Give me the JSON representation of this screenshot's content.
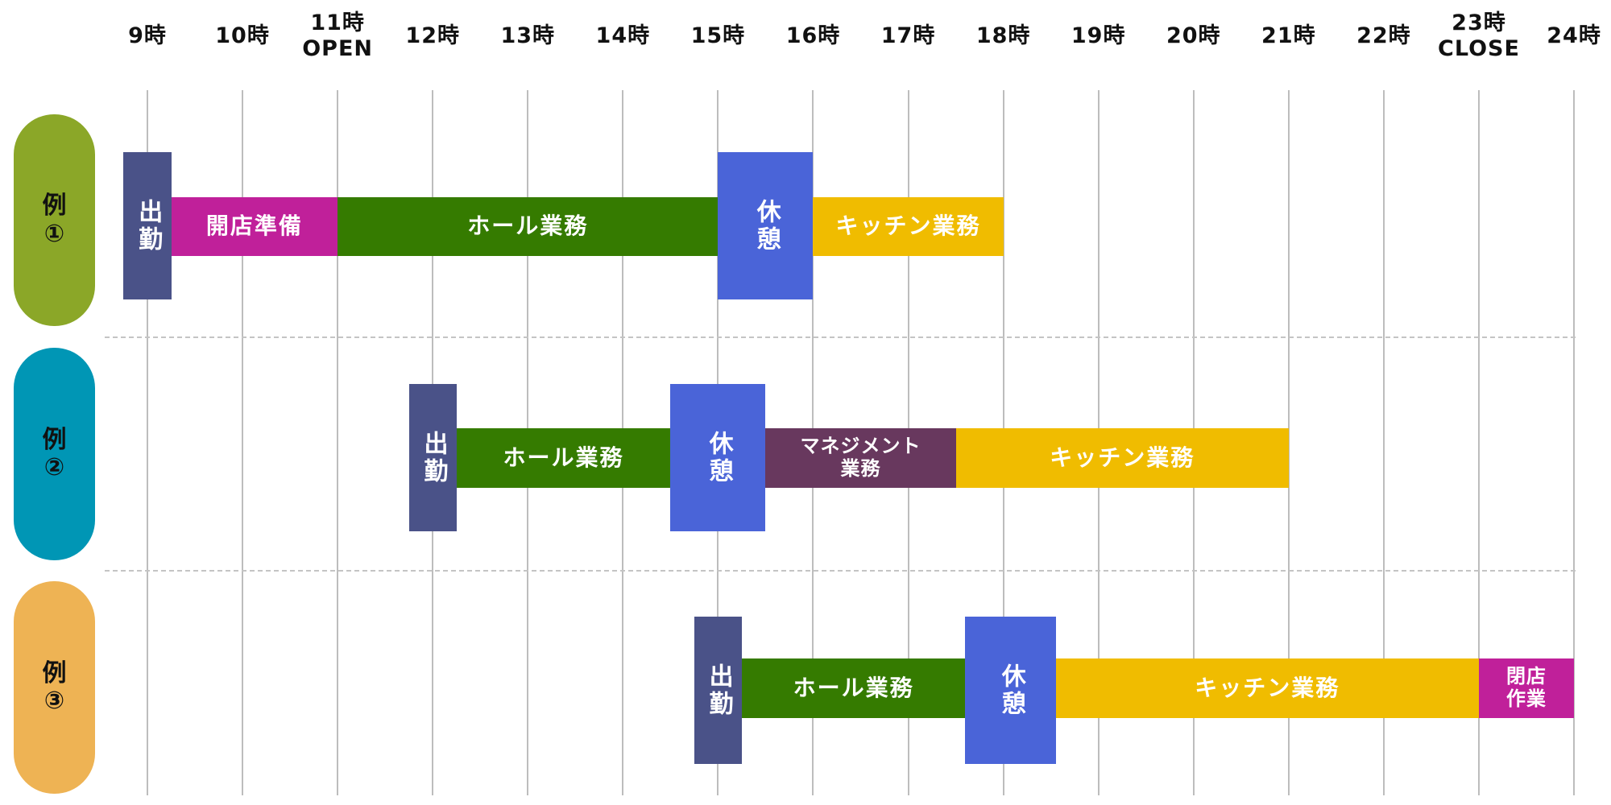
{
  "colors": {
    "attendance": "#4a5288",
    "hall": "#357b00",
    "break": "#4a64d8",
    "kitchen": "#f0bc00",
    "opening": "#c0209a",
    "management": "#68385e",
    "closing": "#c0209a",
    "grid": "#bdbdbd",
    "pill_1": "#8ba728",
    "pill_2": "#0096b5",
    "pill_3": "#eeb354"
  },
  "chart_data": {
    "type": "gantt",
    "title": "",
    "x_axis": {
      "unit": "hour",
      "range": [
        9,
        24
      ],
      "ticks": [
        {
          "hour": 9,
          "label": "9時",
          "sub": ""
        },
        {
          "hour": 10,
          "label": "10時",
          "sub": ""
        },
        {
          "hour": 11,
          "label": "11時",
          "sub": "OPEN"
        },
        {
          "hour": 12,
          "label": "12時",
          "sub": ""
        },
        {
          "hour": 13,
          "label": "13時",
          "sub": ""
        },
        {
          "hour": 14,
          "label": "14時",
          "sub": ""
        },
        {
          "hour": 15,
          "label": "15時",
          "sub": ""
        },
        {
          "hour": 16,
          "label": "16時",
          "sub": ""
        },
        {
          "hour": 17,
          "label": "17時",
          "sub": ""
        },
        {
          "hour": 18,
          "label": "18時",
          "sub": ""
        },
        {
          "hour": 19,
          "label": "19時",
          "sub": ""
        },
        {
          "hour": 20,
          "label": "20時",
          "sub": ""
        },
        {
          "hour": 21,
          "label": "21時",
          "sub": ""
        },
        {
          "hour": 22,
          "label": "22時",
          "sub": ""
        },
        {
          "hour": 23,
          "label": "23時",
          "sub": "CLOSE"
        },
        {
          "hour": 24,
          "label": "24時",
          "sub": ""
        }
      ]
    },
    "rows": [
      {
        "label": "例",
        "number": "①",
        "color_key": "pill_1",
        "segments": [
          {
            "type": "attendance",
            "label": "出勤",
            "start": 8.75,
            "end": 9.25,
            "vertical": true,
            "tall": true
          },
          {
            "type": "opening",
            "label": "開店準備",
            "start": 9.25,
            "end": 11,
            "vertical": false,
            "tall": false
          },
          {
            "type": "hall",
            "label": "ホール業務",
            "start": 11,
            "end": 15,
            "vertical": false,
            "tall": false
          },
          {
            "type": "break",
            "label": "休憩",
            "start": 15,
            "end": 16,
            "vertical": true,
            "tall": true
          },
          {
            "type": "kitchen",
            "label": "キッチン業務",
            "start": 16,
            "end": 18,
            "vertical": false,
            "tall": false
          }
        ]
      },
      {
        "label": "例",
        "number": "②",
        "color_key": "pill_2",
        "segments": [
          {
            "type": "attendance",
            "label": "出勤",
            "start": 11.75,
            "end": 12.25,
            "vertical": true,
            "tall": true
          },
          {
            "type": "hall",
            "label": "ホール業務",
            "start": 12.25,
            "end": 14.5,
            "vertical": false,
            "tall": false
          },
          {
            "type": "break",
            "label": "休憩",
            "start": 14.5,
            "end": 15.5,
            "vertical": true,
            "tall": true
          },
          {
            "type": "management",
            "label": "マネジメント\n業務",
            "start": 15.5,
            "end": 17.5,
            "vertical": false,
            "tall": false,
            "small": true
          },
          {
            "type": "kitchen",
            "label": "キッチン業務",
            "start": 17.5,
            "end": 21,
            "vertical": false,
            "tall": false
          }
        ]
      },
      {
        "label": "例",
        "number": "③",
        "color_key": "pill_3",
        "segments": [
          {
            "type": "attendance",
            "label": "出勤",
            "start": 14.75,
            "end": 15.25,
            "vertical": true,
            "tall": true
          },
          {
            "type": "hall",
            "label": "ホール業務",
            "start": 15.25,
            "end": 17.6,
            "vertical": false,
            "tall": false
          },
          {
            "type": "break",
            "label": "休憩",
            "start": 17.6,
            "end": 18.55,
            "vertical": true,
            "tall": true
          },
          {
            "type": "kitchen",
            "label": "キッチン業務",
            "start": 18.55,
            "end": 23,
            "vertical": false,
            "tall": false
          },
          {
            "type": "closing",
            "label": "閉店\n作業",
            "start": 23,
            "end": 24,
            "vertical": false,
            "tall": false,
            "small": true
          }
        ]
      }
    ]
  }
}
